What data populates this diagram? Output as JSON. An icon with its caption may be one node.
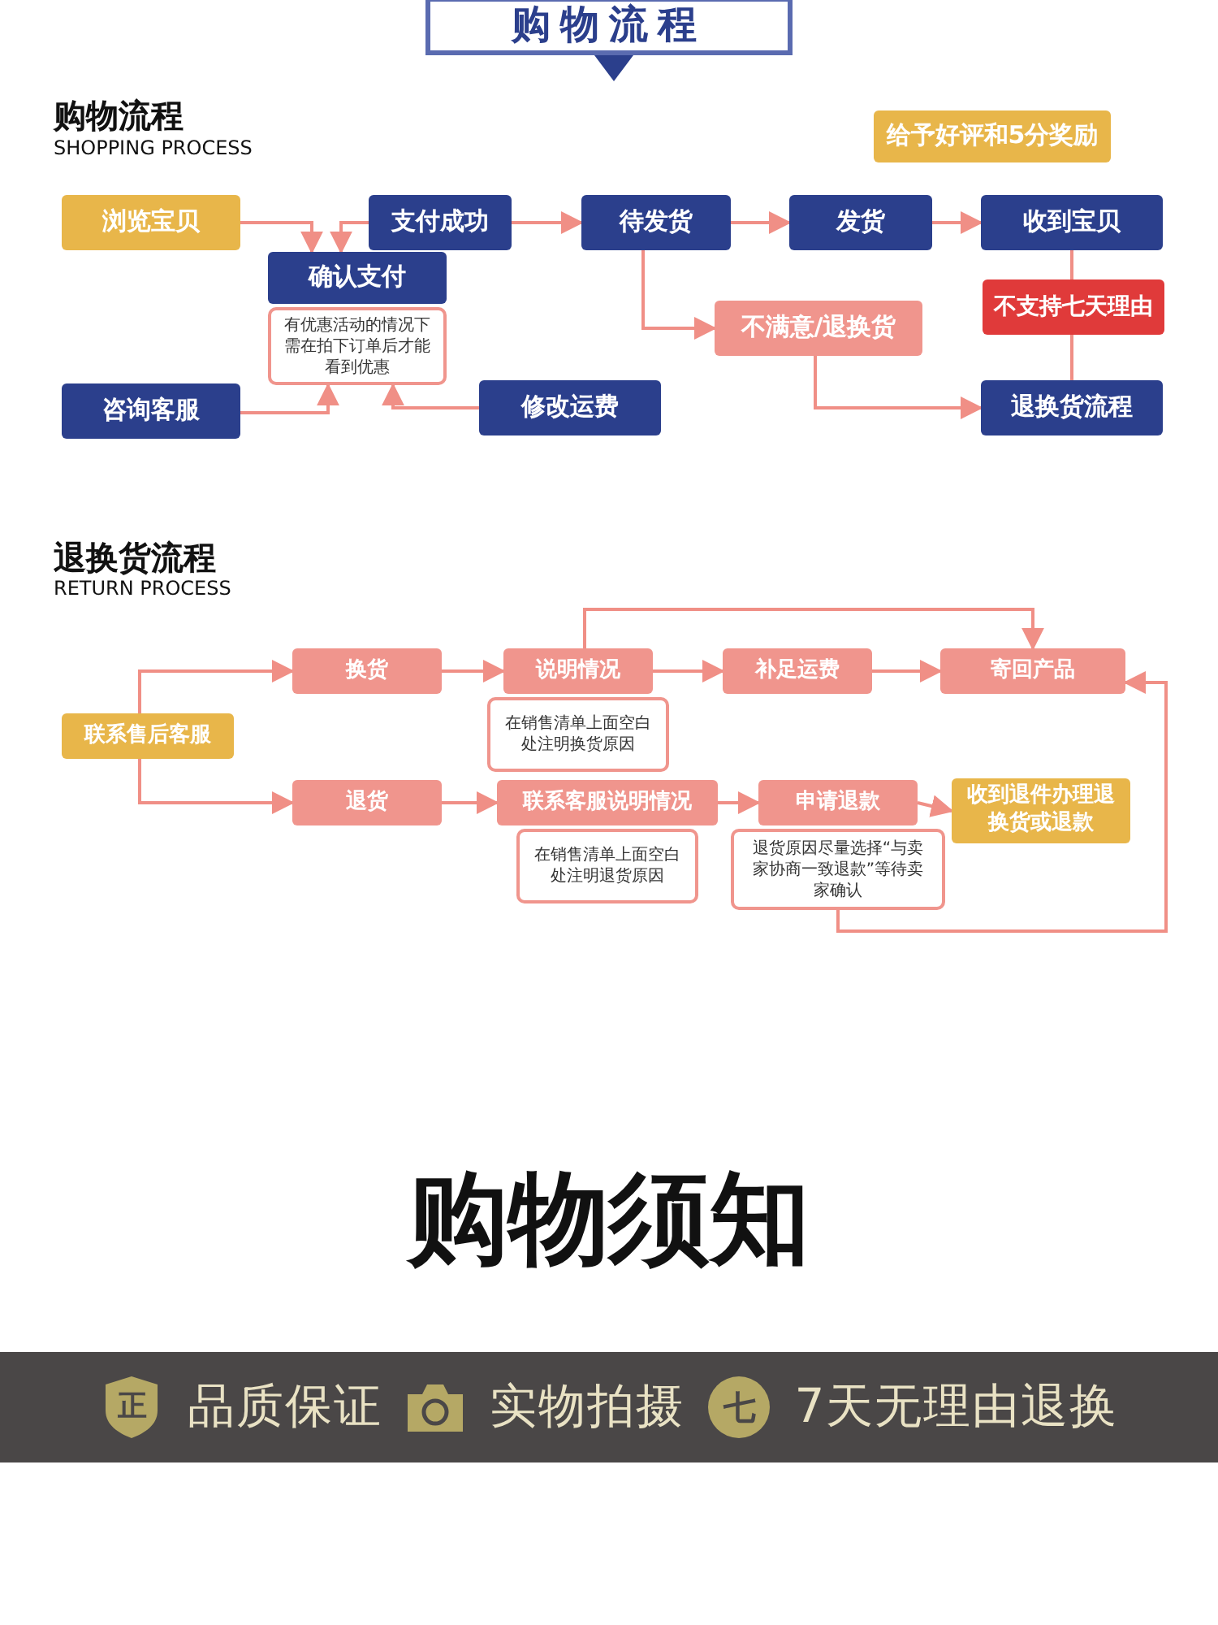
{
  "diagram": {
    "nodes": [
      {
        "text": [
          "购物流程"
        ]
      },
      {
        "text": [
          "浏览宝贝"
        ]
      },
      {
        "text": [
          "支付成功"
        ]
      },
      {
        "text": [
          "确认支付"
        ]
      },
      {
        "text": [
          "有优惠活动的情况下需在拍下订单后才能看到优惠"
        ]
      },
      {
        "text": [
          "待发货"
        ]
      },
      {
        "text": [
          "发货"
        ]
      },
      {
        "text": [
          "收到宝贝"
        ]
      },
      {
        "text": [
          "给予好评和5分奖励"
        ]
      },
      {
        "text": [
          "不支持七天理由"
        ]
      },
      {
        "text": [
          "不满意/退换货"
        ]
      },
      {
        "text": [
          "咨询客服"
        ]
      },
      {
        "text": [
          "修改运费"
        ]
      },
      {
        "text": [
          "退换货流程"
        ]
      },
      {
        "text": [
          "联系售后客服"
        ]
      },
      {
        "text": [
          "换货"
        ]
      },
      {
        "text": [
          "说明情况"
        ]
      },
      {
        "text": [
          "在销售清单上面空白处注明换货原因"
        ]
      },
      {
        "text": [
          "补足运费"
        ]
      },
      {
        "text": [
          "寄回产品"
        ]
      },
      {
        "text": [
          "退货"
        ]
      },
      {
        "text": [
          "联系客服说明情况"
        ]
      },
      {
        "text": [
          "在销售清单上面空白处注明退货原因"
        ]
      },
      {
        "text": [
          "申请退款"
        ]
      },
      {
        "text": [
          "退货原因尽量选择“与卖家协商一致退款”等待卖家确认"
        ]
      },
      {
        "text": [
          "收到退件办理退换货或退款"
        ]
      }
    ],
    "edges": [
      {
        "from": 1,
        "to": 3,
        "arrow": "to"
      },
      {
        "from": 2,
        "to": 3,
        "arrow": "to"
      },
      {
        "from": 2,
        "to": 5,
        "arrow": "to"
      },
      {
        "from": 5,
        "to": 6,
        "arrow": "to"
      },
      {
        "from": 6,
        "to": 7,
        "arrow": "to"
      },
      {
        "from": 5,
        "to": 10,
        "arrow": "to"
      },
      {
        "from": 10,
        "to": 13,
        "arrow": "to"
      },
      {
        "from": 11,
        "to": 4,
        "arrow": "to"
      },
      {
        "from": 12,
        "to": 4,
        "arrow": "to"
      },
      {
        "from": 7,
        "to": 9,
        "arrow": "none"
      },
      {
        "from": 9,
        "to": 13,
        "arrow": "none"
      },
      {
        "from": 14,
        "to": 15,
        "arrow": "to"
      },
      {
        "from": 14,
        "to": 20,
        "arrow": "to"
      },
      {
        "from": 15,
        "to": 16,
        "arrow": "to"
      },
      {
        "from": 16,
        "to": 18,
        "arrow": "to"
      },
      {
        "from": 18,
        "to": 19,
        "arrow": "to"
      },
      {
        "from": 16,
        "to": 19,
        "arrow": "to"
      },
      {
        "from": 20,
        "to": 21,
        "arrow": "to"
      },
      {
        "from": 21,
        "to": 23,
        "arrow": "to"
      },
      {
        "from": 23,
        "to": 25,
        "arrow": "to"
      },
      {
        "from": 24,
        "to": 19,
        "arrow": "to"
      }
    ],
    "labels": [
      "购物流程",
      "SHOPPING PROCESS",
      "退换货流程",
      "RETURN PROCESS",
      "购物须知",
      "正",
      "品质保证",
      "实物拍摄",
      "七",
      "7天无理由退换"
    ]
  }
}
